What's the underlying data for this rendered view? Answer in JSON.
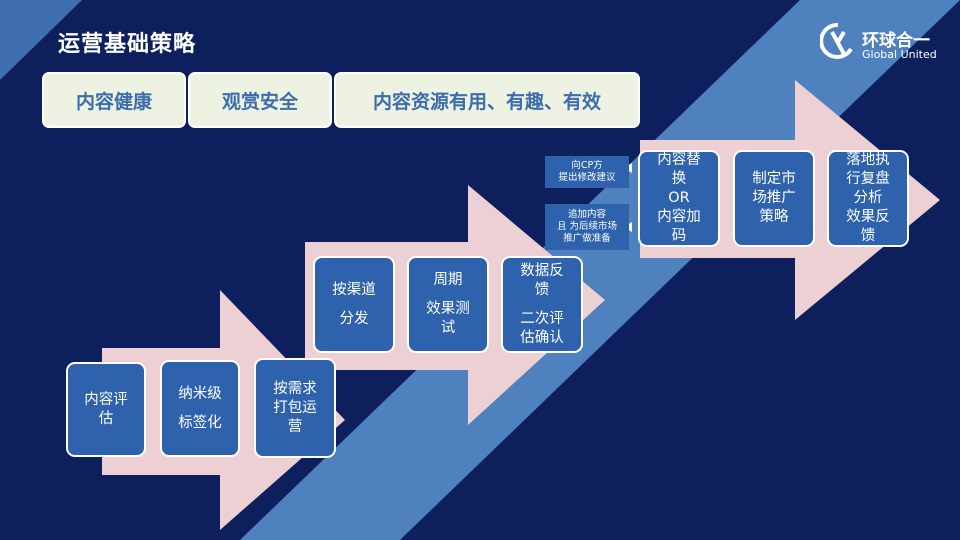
{
  "title": "运营基础策略",
  "logo": {
    "cn": "环球合一",
    "en": "Global United"
  },
  "pills": [
    "内容健康",
    "观赏安全",
    "内容资源有用、有趣、有效"
  ],
  "steps": [
    {
      "lines": [
        "内容评",
        "估"
      ]
    },
    {
      "lines": [
        "纳米级",
        "",
        "标签化"
      ]
    },
    {
      "lines": [
        "按需求",
        "打包运",
        "营"
      ]
    },
    {
      "lines": [
        "按渠道",
        "",
        "分发"
      ]
    },
    {
      "lines": [
        "周期",
        "",
        "效果测",
        "试"
      ]
    },
    {
      "lines": [
        "数据反",
        "馈",
        "",
        "二次评",
        "估确认"
      ]
    },
    {
      "lines": [
        "内容替",
        "换",
        "OR",
        "内容加",
        "码"
      ]
    },
    {
      "lines": [
        "制定市",
        "场推广",
        "策略"
      ]
    },
    {
      "lines": [
        "落地执",
        "行复盘",
        "分析",
        "",
        "效果反",
        "馈"
      ]
    }
  ],
  "notes": [
    {
      "lines": [
        "向CP方",
        "提出修改建议"
      ]
    },
    {
      "lines": [
        "追加内容",
        "且 为后续市场",
        "推广做准备"
      ]
    }
  ],
  "colors": {
    "background": "#0d1f5c",
    "stripe": "#4e81bd",
    "arrow": "#ecd0d4",
    "box": "#2e62ad",
    "pill": "#eef2e3",
    "pill_text": "#3d6dab"
  }
}
